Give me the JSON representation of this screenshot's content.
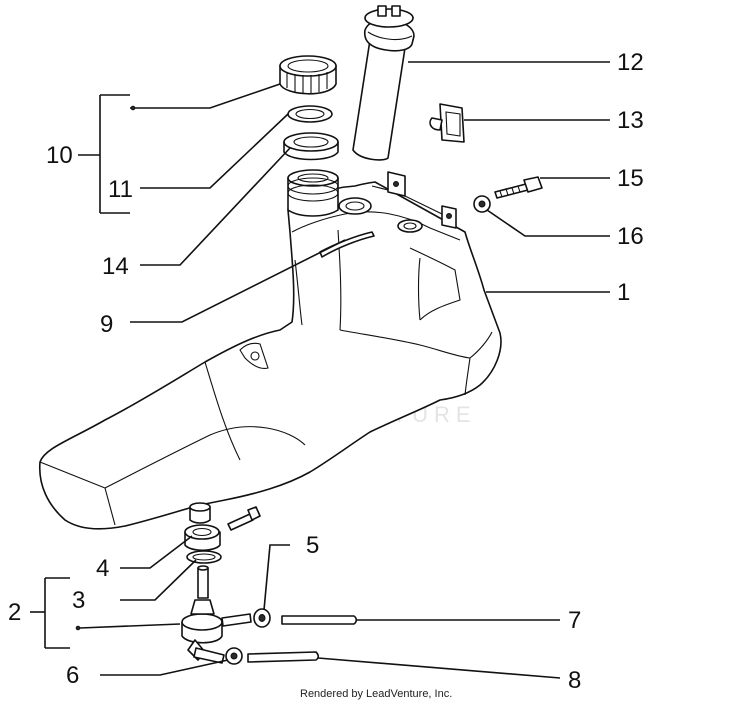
{
  "diagram": {
    "watermark": "LEADVENTURE",
    "footer": "Rendered by LeadVenture, Inc.",
    "logo_text": "",
    "callouts": {
      "c1": "1",
      "c2": "2",
      "c3": "3",
      "c4": "4",
      "c5": "5",
      "c6": "6",
      "c7": "7",
      "c8": "8",
      "c9": "9",
      "c10": "10",
      "c11": "11",
      "c12": "12",
      "c13": "13",
      "c14": "14",
      "c15": "15",
      "c16": "16"
    }
  }
}
